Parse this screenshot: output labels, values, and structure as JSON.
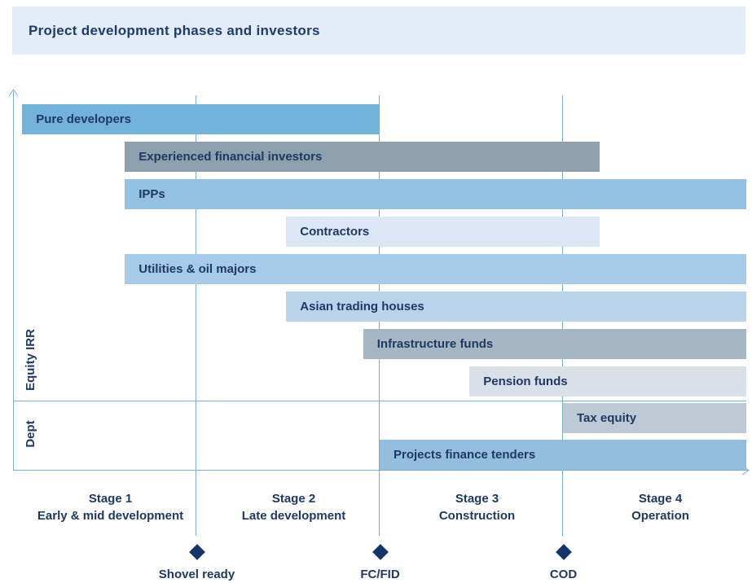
{
  "title": "Project development phases and investors",
  "colors": {
    "header_bg": "#e3edf8",
    "title_text": "#1e3a6e",
    "label_text": "#1f3864",
    "axis_line": "#78aed6",
    "milestone_diamond": "#14356b"
  },
  "chart_data": {
    "type": "bar",
    "subtype": "horizontal-span-gantt",
    "title": "Project development phases and investors",
    "y_sections": [
      {
        "label": "Equity IRR"
      },
      {
        "label": "Dept"
      }
    ],
    "x_axis": {
      "stages": [
        {
          "name": "Stage 1",
          "description": "Early & mid development"
        },
        {
          "name": "Stage 2",
          "description": "Late development"
        },
        {
          "name": "Stage 3",
          "description": "Construction"
        },
        {
          "name": "Stage 4",
          "description": "Operation"
        }
      ],
      "milestones": [
        {
          "label": "Shovel ready",
          "at_stage_boundary": 1
        },
        {
          "label": "FC/FID",
          "at_stage_boundary": 2
        },
        {
          "label": "COD",
          "at_stage_boundary": 3
        }
      ],
      "range_stages": [
        0,
        4
      ],
      "grid": "vertical-lines-at-stage-boundaries"
    },
    "bars": [
      {
        "label": "Pure developers",
        "section": "Equity IRR",
        "start_stage": 0.05,
        "end_stage": 2.0,
        "color": "#73b2da"
      },
      {
        "label": "Experienced financial investors",
        "section": "Equity IRR",
        "start_stage": 0.61,
        "end_stage": 3.2,
        "color": "#8da0ab"
      },
      {
        "label": "IPPs",
        "section": "Equity IRR",
        "start_stage": 0.61,
        "end_stage": 4.0,
        "color": "#92c1e3"
      },
      {
        "label": "Contractors",
        "section": "Equity IRR",
        "start_stage": 1.49,
        "end_stage": 3.2,
        "color": "#dbe7f5"
      },
      {
        "label": "Utilities & oil majors",
        "section": "Equity IRR",
        "start_stage": 0.61,
        "end_stage": 4.0,
        "color": "#a6cbe8"
      },
      {
        "label": "Asian trading houses",
        "section": "Equity IRR",
        "start_stage": 1.49,
        "end_stage": 4.0,
        "color": "#b9d3ec"
      },
      {
        "label": "Infrastructure funds",
        "section": "Equity IRR",
        "start_stage": 1.91,
        "end_stage": 4.0,
        "color": "#a4b7c2"
      },
      {
        "label": "Pension funds",
        "section": "Equity IRR",
        "start_stage": 2.49,
        "end_stage": 4.0,
        "color": "#d9e0e8"
      },
      {
        "label": "Tax equity",
        "section": "Dept",
        "start_stage": 3.0,
        "end_stage": 4.0,
        "color": "#bdcad6"
      },
      {
        "label": "Projects finance tenders",
        "section": "Dept",
        "start_stage": 2.0,
        "end_stage": 4.0,
        "color": "#93bfde"
      }
    ]
  }
}
